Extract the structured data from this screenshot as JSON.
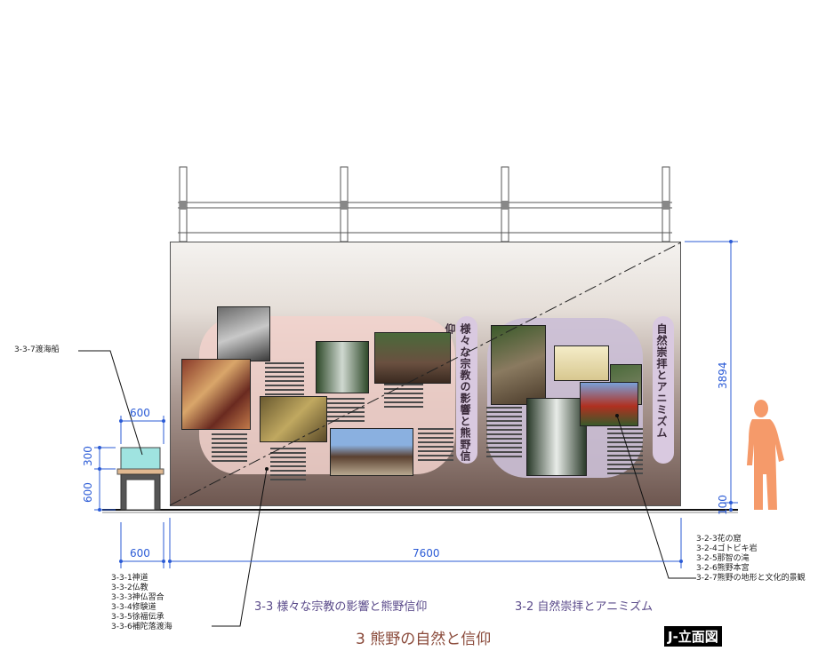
{
  "titles": {
    "main": "3 熊野の自然と信仰",
    "section_left": "3-3 様々な宗教の影響と熊野信仰",
    "section_right": "3-2 自然崇拝とアニミズム",
    "view_badge": "J-立面図"
  },
  "panels": {
    "left_vertical": "様々な宗教の影響と熊野信仰",
    "right_vertical": "自然崇拝とアニミズム"
  },
  "dimensions": {
    "width_total": "7600",
    "height_total": "3894",
    "height_base": "100",
    "case_width_top": "600",
    "case_width_bottom": "600",
    "case_height_upper": "300",
    "case_height_lower": "600"
  },
  "callouts": {
    "boat_label": "3-3-7渡海船",
    "left_list": [
      "3-3-1神道",
      "3-3-2仏教",
      "3-3-3神仏習合",
      "3-3-4修験道",
      "3-3-5徐福伝承",
      "3-3-6補陀落渡海"
    ],
    "right_list": [
      "3-2-3花の窟",
      "3-2-4ゴトビキ岩",
      "3-2-5那智の滝",
      "3-2-6熊野本宮",
      "3-2-7熊野の地形と文化的景観"
    ]
  },
  "colors": {
    "dimension_blue": "#2b5bd6",
    "pink_zone": "#f2d2cc",
    "purple_zone": "#cbbfd6",
    "figure_orange": "#f59a6a"
  },
  "icons": [
    "human-silhouette-icon",
    "display-case-icon"
  ]
}
